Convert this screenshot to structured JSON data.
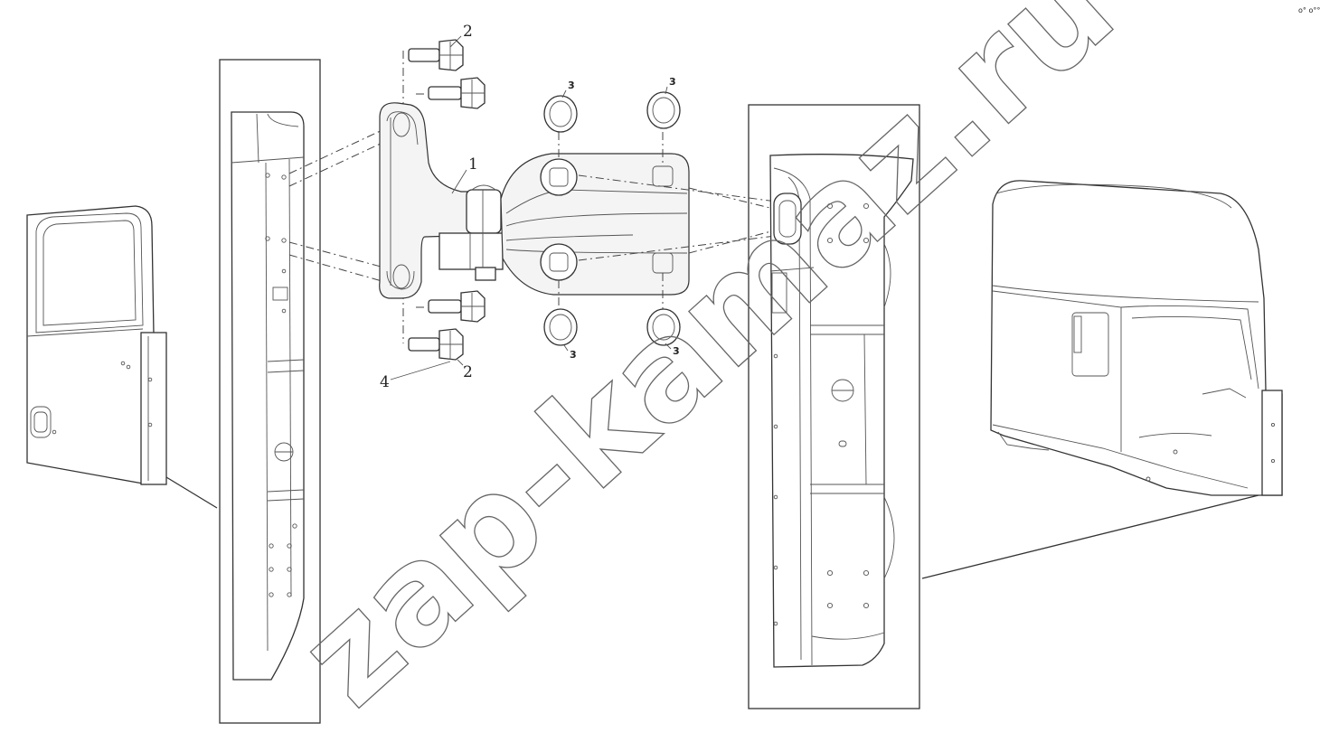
{
  "watermark": "zap-kamaz.ru",
  "corner_mark": "o° o°°",
  "callouts": {
    "hinge": "1",
    "bolt_top": "2",
    "bolt_bottom": "2",
    "bushing_top_left": "3",
    "bushing_top_right": "3",
    "bushing_bottom_left": "3",
    "bushing_bottom_right": "3",
    "washer": "4"
  }
}
